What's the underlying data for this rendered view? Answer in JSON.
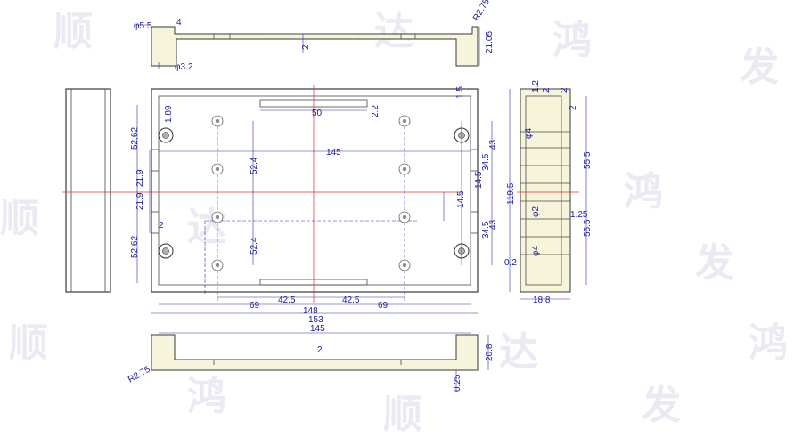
{
  "watermark_text": [
    "顺",
    "达",
    "鸿",
    "发"
  ],
  "top_view": {
    "dims": {
      "hole_dia": "φ5.5",
      "wall": "4",
      "radius": "R2.75",
      "depth": "21.05",
      "bottom": "2",
      "small_hole": "φ3.2"
    }
  },
  "plan_view": {
    "dims": {
      "gap_top": "1.5",
      "slot_len": "50",
      "slot_off": "2.2",
      "inner_w": "145",
      "corner_off": "1.89",
      "v52_62_top": "52.62",
      "v52_62_bot": "52.62",
      "v21_9_a": "21.9",
      "v21_9_b": "21.9",
      "v2": "2",
      "v52_4_a": "52.4",
      "v52_4_b": "52.4",
      "r43_a": "43",
      "r34_5_a": "34.5",
      "r14_5_a": "14.5",
      "r14_5_b": "14.5",
      "r34_5_b": "34.5",
      "r43_b": "43",
      "h_total": "119.5",
      "b69_l": "69",
      "b42_5_l": "42.5",
      "b42_5_r": "42.5",
      "b69_r": "69",
      "b148": "148",
      "b153": "153"
    }
  },
  "side_view": {
    "dims": {
      "s1_2": "1.2",
      "s2a": "2",
      "s2b": "2",
      "s_phi4a": "φ4",
      "s_phi2": "φ2",
      "s55_5a": "55.5",
      "s1_25": "1.25",
      "s55_5b": "55.5",
      "s2c": "2",
      "s0_2": "0.2",
      "s_phi4b": "φ4",
      "s18_8": "18.8"
    }
  },
  "bottom_view": {
    "dims": {
      "b145": "145",
      "b2": "2",
      "b20_8": "20.8",
      "radius": "R2.75",
      "b0_25": "0.25"
    }
  }
}
